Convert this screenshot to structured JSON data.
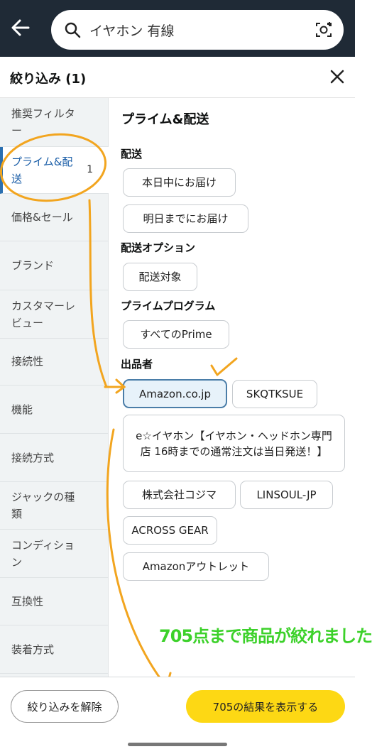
{
  "search": {
    "query": "イヤホン 有線"
  },
  "header": {
    "title": "絞り込み (1)"
  },
  "sidebar": {
    "items": [
      {
        "label": "推奨フィルター",
        "count": ""
      },
      {
        "label": "プライム&配送",
        "count": "1",
        "active": true
      },
      {
        "label": "価格&セール",
        "count": ""
      },
      {
        "label": "ブランド",
        "count": ""
      },
      {
        "label": "カスタマーレビュー",
        "count": ""
      },
      {
        "label": "接続性",
        "count": ""
      },
      {
        "label": "機能",
        "count": ""
      },
      {
        "label": "接続方式",
        "count": ""
      },
      {
        "label": "ジャックの種類",
        "count": ""
      },
      {
        "label": "コンディション",
        "count": ""
      },
      {
        "label": "互換性",
        "count": ""
      },
      {
        "label": "装着方式",
        "count": ""
      }
    ]
  },
  "content": {
    "title": "プライム&配送",
    "delivery": {
      "label": "配送",
      "options": [
        "本日中にお届け",
        "明日までにお届け"
      ]
    },
    "delivery_options": {
      "label": "配送オプション",
      "options": [
        "配送対象"
      ]
    },
    "prime": {
      "label": "プライムプログラム",
      "options": [
        "すべてのPrime"
      ]
    },
    "seller": {
      "label": "出品者",
      "options": [
        "Amazon.co.jp",
        "SKQTKSUE",
        "e☆イヤホン【イヤホン・ヘッドホン専門店 16時までの通常注文は当日発送！】",
        "株式会社コジマ",
        "LINSOUL-JP",
        "ACROSS GEAR",
        "Amazonアウトレット"
      ],
      "selected": "Amazon.co.jp"
    }
  },
  "annotation": {
    "text": "705点まで商品が絞れました",
    "color": "#3cd12a",
    "stroke_color": "#f2a51f"
  },
  "footer": {
    "clear_label": "絞り込みを解除",
    "show_label": "705の結果を表示する"
  },
  "colors": {
    "topbar": "#1f2a36",
    "accent": "#1c5fa8",
    "button": "#fdd814"
  }
}
